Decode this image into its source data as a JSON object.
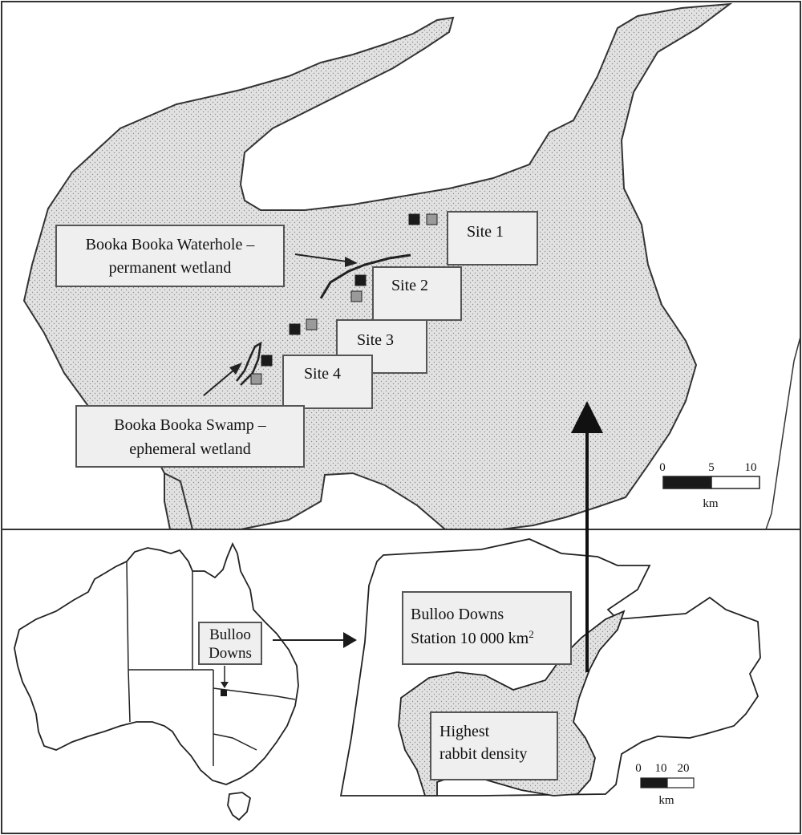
{
  "labels": {
    "waterhole_line1": "Booka Booka Waterhole –",
    "waterhole_line2": "permanent wetland",
    "swamp_line1": "Booka Booka Swamp –",
    "swamp_line2": "ephemeral wetland",
    "site1": "Site 1",
    "site2": "Site 2",
    "site3": "Site 3",
    "site4": "Site 4",
    "bulloo_line1": "Bulloo",
    "bulloo_line2": "Downs",
    "station_line1": "Bulloo Downs",
    "station_line2": "Station 10 000 km",
    "station_sup": "2",
    "rabbit_line1": "Highest",
    "rabbit_line2": "rabbit density"
  },
  "scale_top": {
    "ticks": [
      "0",
      "5",
      "10"
    ],
    "unit": "km"
  },
  "scale_bottom": {
    "ticks": [
      "0",
      "10",
      "20"
    ],
    "unit": "km"
  },
  "colors": {
    "land_fill": "#dcdcdc",
    "label_box": "#efefef",
    "marker_dark": "#1a1a1a",
    "marker_light": "#9a9a9a",
    "border": "#333333"
  }
}
